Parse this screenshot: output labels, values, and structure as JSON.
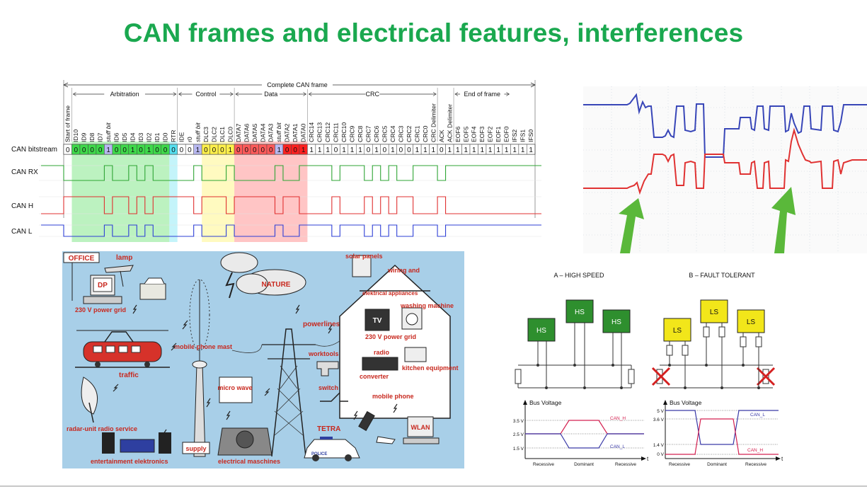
{
  "title": "CAN frames and electrical features, interferences",
  "frame": {
    "complete_label": "Complete CAN frame",
    "sections": [
      {
        "label": "Arbitration"
      },
      {
        "label": "Control"
      },
      {
        "label": "Data"
      },
      {
        "label": "CRC"
      },
      {
        "label": "End of frame"
      }
    ],
    "row_labels": {
      "bitstream": "CAN bitstream",
      "rx": "CAN RX",
      "h": "CAN H",
      "l": "CAN L"
    },
    "fields": [
      "Start of frame",
      "ID10",
      "ID9",
      "ID8",
      "ID7",
      "stuff bit",
      "ID6",
      "ID5",
      "ID4",
      "ID3",
      "ID2",
      "ID1",
      "ID0",
      "RTR",
      "IDE",
      "r0",
      "stuff bit",
      "DLC3",
      "DLC2",
      "DLC1",
      "DLC0",
      "DATA7",
      "DATA6",
      "DATA5",
      "DATA4",
      "DATA3",
      "stuff bit",
      "DATA2",
      "DATA1",
      "DATA0",
      "CRC14",
      "CRC13",
      "CRC12",
      "CRC11",
      "CRC10",
      "CRC9",
      "CRC8",
      "CRC7",
      "CRC6",
      "CRC5",
      "CRC4",
      "CRC3",
      "CRC2",
      "CRC1",
      "CRC0",
      "CRC Delimiter",
      "ACK",
      "ACK Delimiter",
      "EOF6",
      "EOF5",
      "EOF4",
      "EOF3",
      "EOF2",
      "EOF1",
      "EOF0",
      "IFS2",
      "IFS1",
      "IFS0"
    ],
    "bits": [
      "0",
      "0",
      "0",
      "0",
      "0",
      "1",
      "0",
      "0",
      "1",
      "0",
      "1",
      "0",
      "0",
      "0",
      "0",
      "0",
      "1",
      "0",
      "0",
      "0",
      "1",
      "0",
      "0",
      "0",
      "0",
      "0",
      "1",
      "0",
      "0",
      "1",
      "1",
      "1",
      "1",
      "0",
      "1",
      "1",
      "1",
      "0",
      "1",
      "0",
      "1",
      "0",
      "0",
      "1",
      "1",
      "1",
      "0",
      "1",
      "1",
      "1",
      "1",
      "1",
      "1",
      "1",
      "1",
      "1",
      "1",
      "1"
    ],
    "colors": {
      "arbitration": "#3ed94a",
      "rtr": "#55e0f0",
      "control": "#fff04a",
      "data": "#ff5a5a",
      "data_strong": "#ff2020",
      "stuff": "#b8b8f0",
      "rx": "#2fa535",
      "h": "#e03030",
      "l": "#2e3fd6"
    }
  },
  "interference": {
    "labels": {
      "office": "OFFICE",
      "lamp": "lamp",
      "dp": "DP",
      "power_grid_office": "230 V power grid",
      "traffic": "traffic",
      "mobile_mast": "mobile phone mast",
      "nature": "NATURE",
      "powerlines": "powerlines",
      "micro_wave": "micro wave",
      "solar": "solar panels",
      "wiring": "wiring and",
      "appliances": "elektrical appliances",
      "washing": "washing machine",
      "tv": "TV",
      "power_grid_house": "230 V power grid",
      "radio": "radio",
      "converter": "converter",
      "kitchen": "kitchen equipment",
      "worktools": "worktools",
      "switch": "switch",
      "mobile_phone": "mobile phone",
      "radar": "radar-unit radio service",
      "tetra": "TETRA",
      "wlan": "WLAN",
      "supply": "supply",
      "entertainment": "entertainment elektronics",
      "machines": "electrical maschines",
      "police": "POLICE"
    }
  },
  "bus": {
    "high_speed": {
      "title": "A – HIGH SPEED",
      "node_label": "HS",
      "ylabel": "Bus Voltage",
      "ticks": [
        "3.5 V",
        "2.5 V",
        "1.5 V"
      ],
      "phases": [
        "Recessive",
        "Dominant",
        "Recessive"
      ],
      "signals": [
        "CAN_H",
        "CAN_L"
      ],
      "axis_t": "t"
    },
    "fault_tolerant": {
      "title": "B – FAULT TOLERANT",
      "node_label": "LS",
      "ylabel": "Bus Voltage",
      "ticks": [
        "5 V",
        "3.6 V",
        "1.4 V",
        "0 V"
      ],
      "phases": [
        "Recessive",
        "Dominant",
        "Recessive"
      ],
      "signals": [
        "CAN_L",
        "CAN_H"
      ],
      "axis_t": "t"
    }
  }
}
